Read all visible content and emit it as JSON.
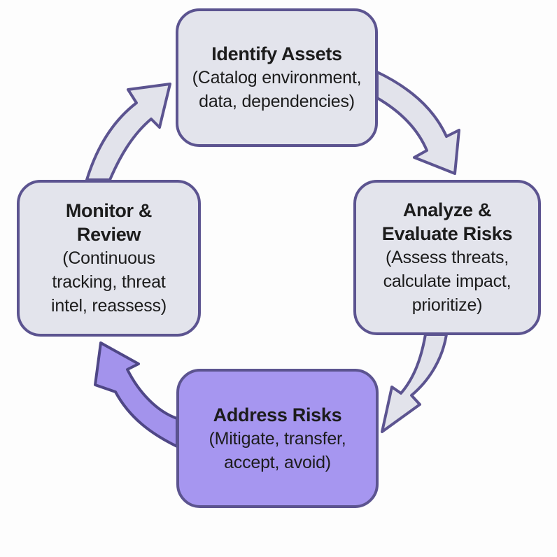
{
  "diagram": {
    "type": "cycle",
    "steps": [
      {
        "id": "identify",
        "title_lines": [
          "Identify Assets"
        ],
        "desc_lines": [
          "(Catalog environment,",
          "data, dependencies)"
        ],
        "highlighted": false
      },
      {
        "id": "analyze",
        "title_lines": [
          "Analyze &",
          "Evaluate Risks"
        ],
        "desc_lines": [
          "(Assess threats,",
          "calculate impact,",
          "prioritize)"
        ],
        "highlighted": false
      },
      {
        "id": "address",
        "title_lines": [
          "Address Risks"
        ],
        "desc_lines": [
          "(Mitigate, transfer,",
          "accept, avoid)"
        ],
        "highlighted": true
      },
      {
        "id": "monitor",
        "title_lines": [
          "Monitor &",
          "Review"
        ],
        "desc_lines": [
          "(Continuous",
          "tracking, threat",
          "intel, reassess)"
        ],
        "highlighted": false
      }
    ],
    "arrows": [
      {
        "from": "identify",
        "to": "analyze",
        "highlighted": false
      },
      {
        "from": "analyze",
        "to": "address",
        "highlighted": false
      },
      {
        "from": "address",
        "to": "monitor",
        "highlighted": true
      },
      {
        "from": "monitor",
        "to": "identify",
        "highlighted": false
      }
    ]
  },
  "colors": {
    "box_fill": "#e3e4ec",
    "accent_fill": "#a696f0",
    "outline": "#5c5490",
    "text": "#1c1c1c",
    "background": "#fdfdfd"
  }
}
